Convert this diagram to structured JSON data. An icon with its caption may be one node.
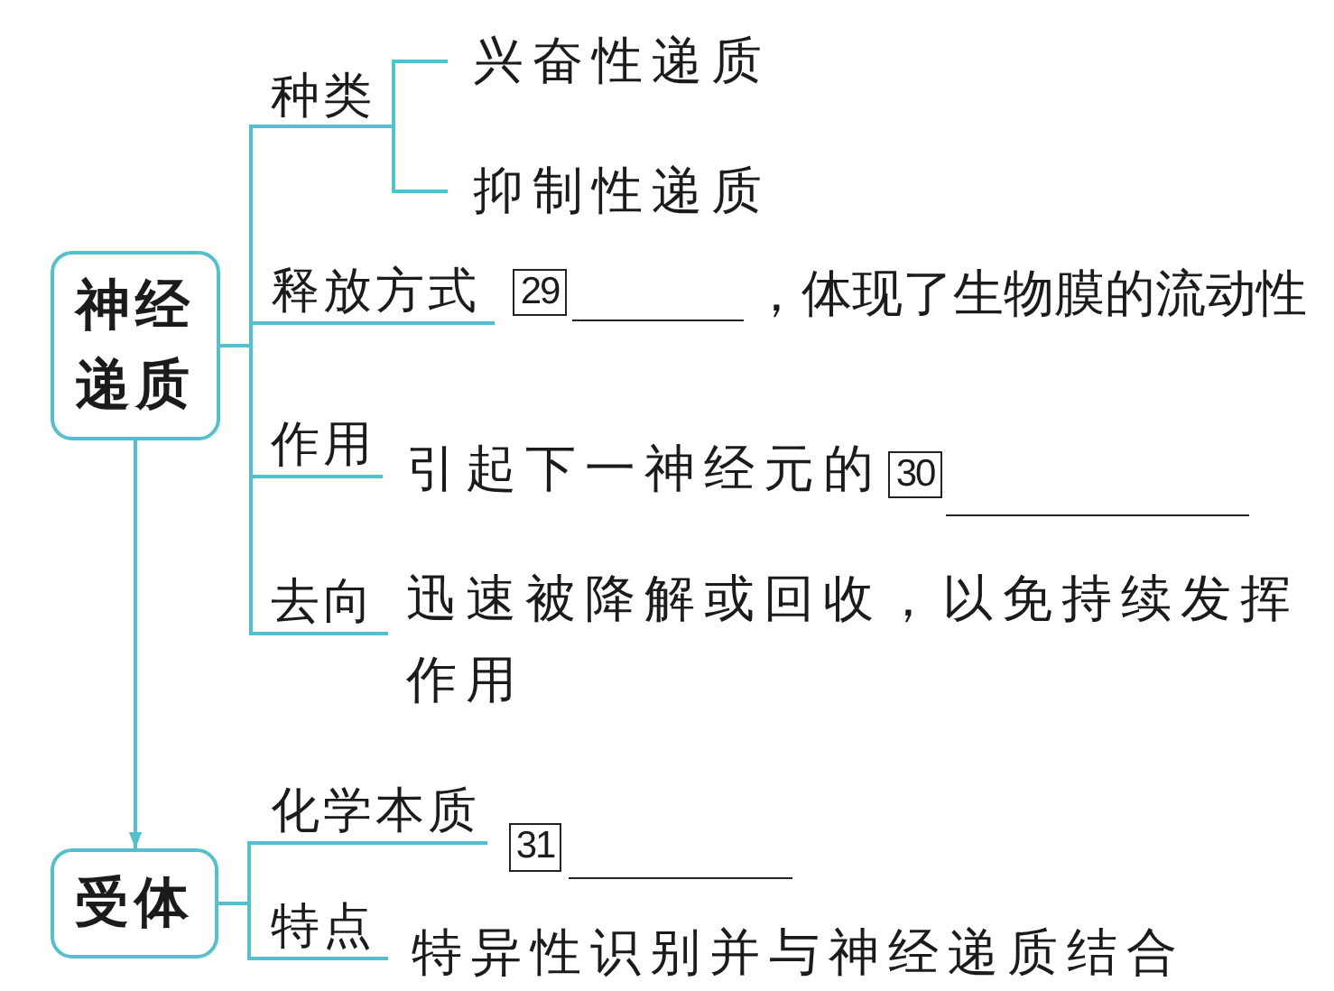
{
  "diagram": {
    "nodes": [
      {
        "text": [
          "神经递质"
        ]
      },
      {
        "text": [
          "种类"
        ]
      },
      {
        "text": [
          "兴奋性递质"
        ]
      },
      {
        "text": [
          "抑制性递质"
        ]
      },
      {
        "text": [
          "释放方式"
        ],
        "beside": [
          "29"
        ]
      },
      {
        "text": [
          "作用"
        ],
        "beside": [
          "引起下一神经元的",
          "30"
        ]
      },
      {
        "text": [
          "去向"
        ],
        "beside": [
          "迅速被降解或回收，以免持续发挥作用"
        ]
      },
      {
        "text": [
          "受体"
        ]
      },
      {
        "text": [
          "化学本质"
        ],
        "beside": [
          "31"
        ]
      },
      {
        "text": [
          "特点"
        ],
        "beside": [
          "特异性识别并与神经递质结合"
        ]
      }
    ],
    "edges": [
      {
        "from": 0,
        "to": 1,
        "arrow": "none"
      },
      {
        "from": 1,
        "to": 2,
        "arrow": "none"
      },
      {
        "from": 1,
        "to": 3,
        "arrow": "none"
      },
      {
        "from": 0,
        "to": 4,
        "arrow": "none"
      },
      {
        "from": 0,
        "to": 5,
        "arrow": "none"
      },
      {
        "from": 0,
        "to": 6,
        "arrow": "none"
      },
      {
        "from": 0,
        "to": 7,
        "arrow": "to"
      },
      {
        "from": 7,
        "to": 8,
        "arrow": "none"
      },
      {
        "from": 7,
        "to": 9,
        "arrow": "none"
      }
    ],
    "labels": [
      "，体现了生物膜的流动性"
    ]
  }
}
